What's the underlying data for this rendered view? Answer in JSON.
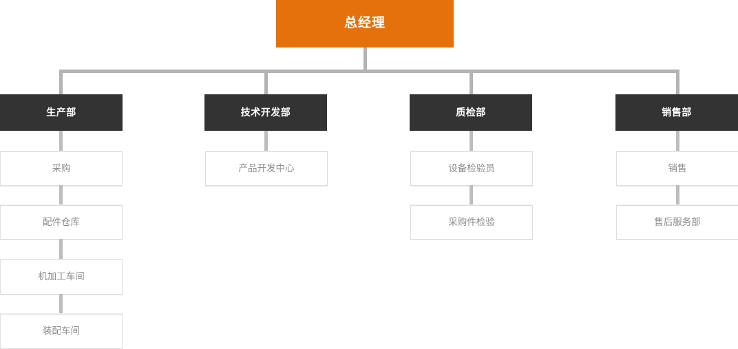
{
  "chart": {
    "type": "org-chart",
    "title": "",
    "colors": {
      "root_background": "#e4710b",
      "root_text": "#ffffff",
      "department_background": "#333333",
      "department_text": "#ffffff",
      "leaf_background": "#ffffff",
      "leaf_text": "#8c8c8c",
      "leaf_border": "#dedede",
      "connector": "#b3b3b3",
      "page_background": "#ffffff"
    },
    "root": {
      "label": "总经理"
    },
    "departments": [
      {
        "label": "生产部",
        "children": [
          {
            "label": "采购"
          },
          {
            "label": "配件仓库"
          },
          {
            "label": "机加工车间"
          },
          {
            "label": "装配车间"
          }
        ]
      },
      {
        "label": "技术开发部",
        "children": [
          {
            "label": "产品开发中心"
          }
        ]
      },
      {
        "label": "质检部",
        "children": [
          {
            "label": "设备检验员"
          },
          {
            "label": "采购件检验"
          }
        ]
      },
      {
        "label": "销售部",
        "children": [
          {
            "label": "销售"
          },
          {
            "label": "售后服务部"
          }
        ]
      }
    ]
  }
}
